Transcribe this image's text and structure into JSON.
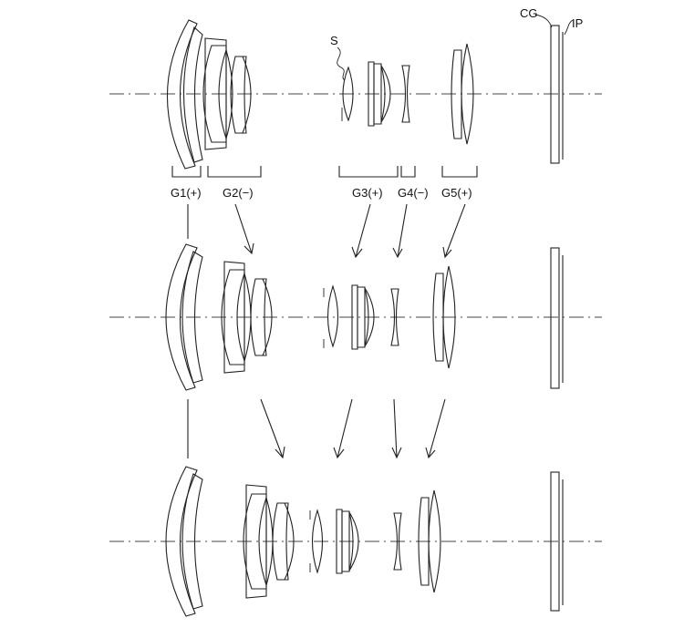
{
  "labels": {
    "cg": "CG",
    "ip": "IP",
    "s": "S",
    "g1": "G1(+)",
    "g2": "G2(−)",
    "g3": "G3(+)",
    "g4": "G4(−)",
    "g5": "G5(+)"
  },
  "colors": {
    "ink": "#222222",
    "background": "#ffffff"
  }
}
